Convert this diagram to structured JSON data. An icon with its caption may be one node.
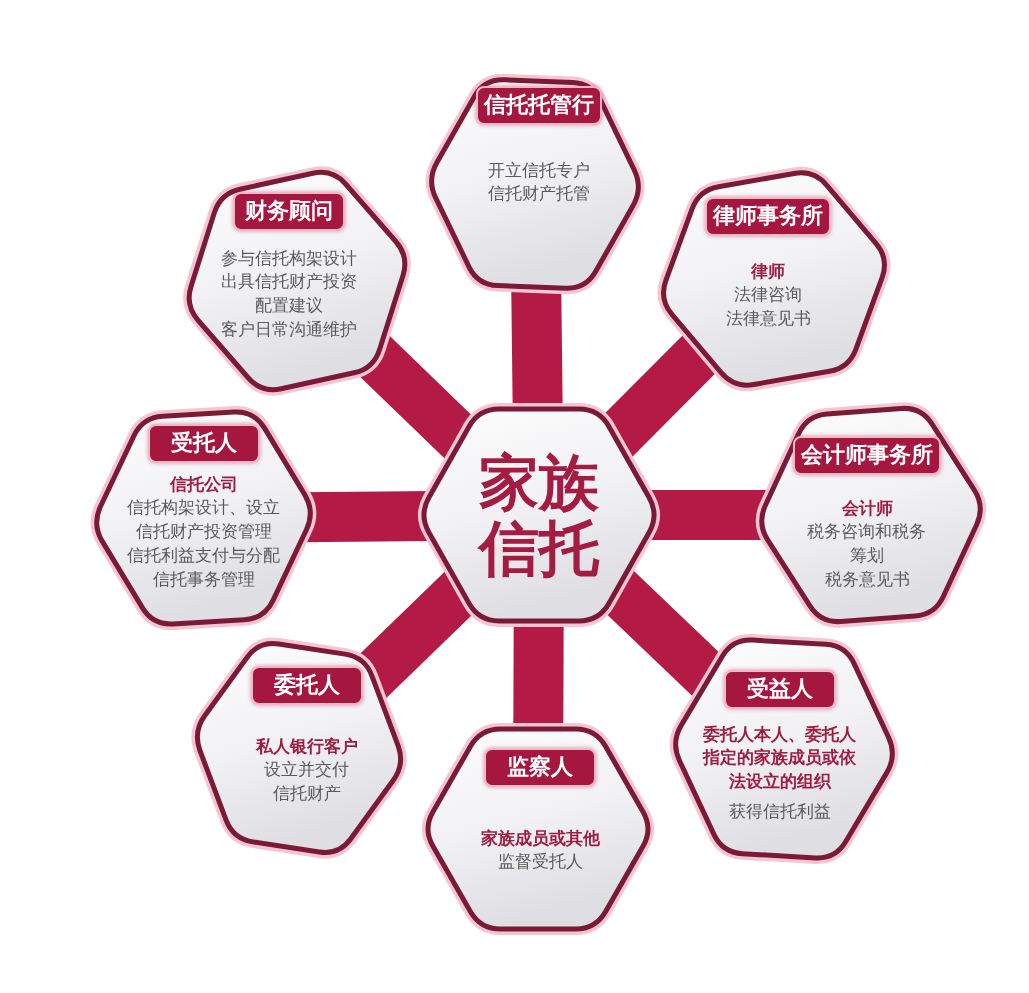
{
  "diagram": {
    "nodes": [
      {
        "text": [
          "家族信托"
        ]
      },
      {
        "text": [
          "信托托管行",
          "开立信托专户",
          "信托财产托管"
        ]
      },
      {
        "text": [
          "律师事务所",
          "律师",
          "法律咨询",
          "法律意见书"
        ]
      },
      {
        "text": [
          "会计师事务所",
          "会计师",
          "税务咨询和税务筹划",
          "税务意见书"
        ]
      },
      {
        "text": [
          "受益人",
          "委托人本人、委托人指定的家族成员或依法设立的组织",
          "获得信托利益"
        ]
      },
      {
        "text": [
          "监察人",
          "家族成员或其他",
          "监督受托人"
        ]
      },
      {
        "text": [
          "委托人",
          "私人银行客户",
          "设立并交付信托财产"
        ]
      },
      {
        "text": [
          "受托人",
          "信托公司",
          "信托构架设计、设立",
          "信托财产投资管理",
          "信托利益支付与分配",
          "信托事务管理"
        ]
      },
      {
        "text": [
          "财务顾问",
          "参与信托构架设计",
          "出具信托财产投资配置建议",
          "客户日常沟通维护"
        ]
      }
    ],
    "edges": [
      {
        "from": 0,
        "to": 1,
        "arrow": "none"
      },
      {
        "from": 0,
        "to": 2,
        "arrow": "none"
      },
      {
        "from": 0,
        "to": 3,
        "arrow": "none"
      },
      {
        "from": 0,
        "to": 4,
        "arrow": "none"
      },
      {
        "from": 0,
        "to": 5,
        "arrow": "none"
      },
      {
        "from": 0,
        "to": 6,
        "arrow": "none"
      },
      {
        "from": 0,
        "to": 7,
        "arrow": "none"
      },
      {
        "from": 0,
        "to": 8,
        "arrow": "none"
      }
    ]
  }
}
